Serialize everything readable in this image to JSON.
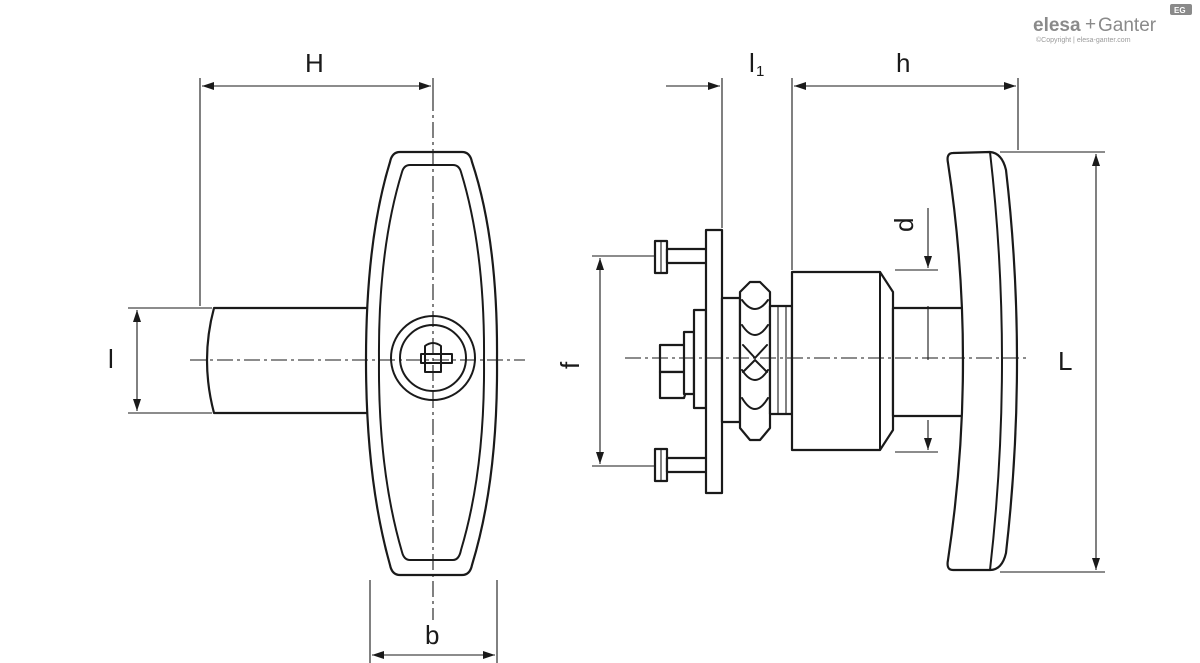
{
  "brand": {
    "logo_elesa": "elesa",
    "logo_plus": "+",
    "logo_ganter": "Ganter",
    "badge": "EG",
    "copyright": "©Copyright | elesa-ganter.com",
    "color": "#8a8a8a"
  },
  "dimensions": {
    "H": "H",
    "l": "l",
    "b": "b",
    "l1_main": "l",
    "l1_sub": "1",
    "h": "h",
    "d": "d",
    "f": "f",
    "L": "L"
  }
}
